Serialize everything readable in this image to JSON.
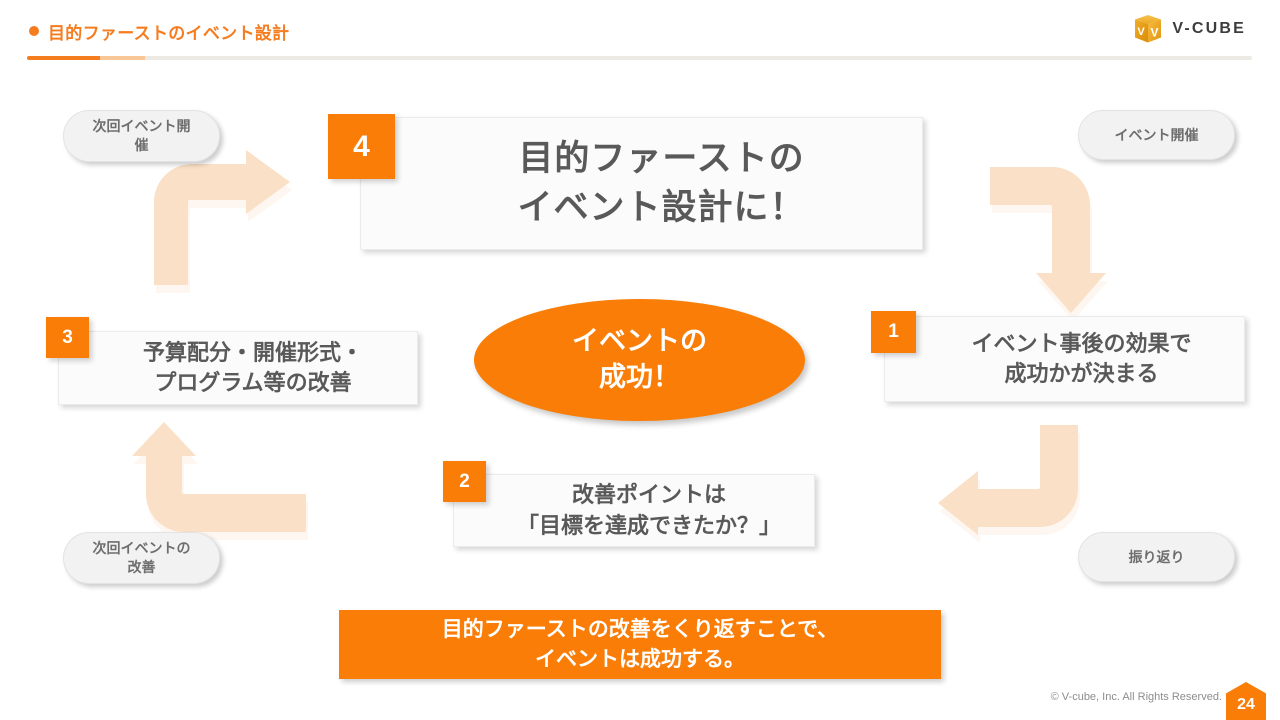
{
  "header": {
    "title": "目的ファーストのイベント設計",
    "bullet_icon": "dot-icon",
    "accent_color": "#f57c1f"
  },
  "logo": {
    "icon": "vcube-cube-logo-icon",
    "text": "V-CUBE",
    "cube_color": "#f2a01e",
    "text_color": "#3d3d3d"
  },
  "headline": {
    "number": "4",
    "line1": "目的ファーストの",
    "line2": "イベント設計に！"
  },
  "center": {
    "line1": "イベントの",
    "line2": "成功！",
    "fill_color": "#f97d07"
  },
  "steps": [
    {
      "number": "1",
      "line1": "イベント事後の効果で",
      "line2": "成功かが決まる"
    },
    {
      "number": "2",
      "line1": "改善ポイントは",
      "line2": "「目標を達成できたか？」"
    },
    {
      "number": "3",
      "line1": "予算配分・開催形式・",
      "line2": "プログラム等の改善"
    }
  ],
  "pills": {
    "top_left": {
      "line1": "次回イベント開",
      "line2": "催"
    },
    "top_right": {
      "line1": "イベント開催",
      "line2": ""
    },
    "bottom_left": {
      "line1": "次回イベントの",
      "line2": "改善"
    },
    "bottom_right": {
      "line1": "振り返り",
      "line2": ""
    }
  },
  "banner": {
    "line1": "目的ファーストの改善をくり返すことで、",
    "line2": "イベントは成功する。",
    "background_color": "#f97d07"
  },
  "footer": {
    "copyright": "© V-cube, Inc. All Rights Reserved.",
    "page_number": "24"
  },
  "arrows": {
    "color": "#fae0c6",
    "top_left": "bent-arrow-up-right-icon",
    "top_right": "bent-arrow-left-down-icon",
    "bottom_right": "bent-arrow-down-left-icon",
    "bottom_left": "bent-arrow-right-up-icon"
  }
}
